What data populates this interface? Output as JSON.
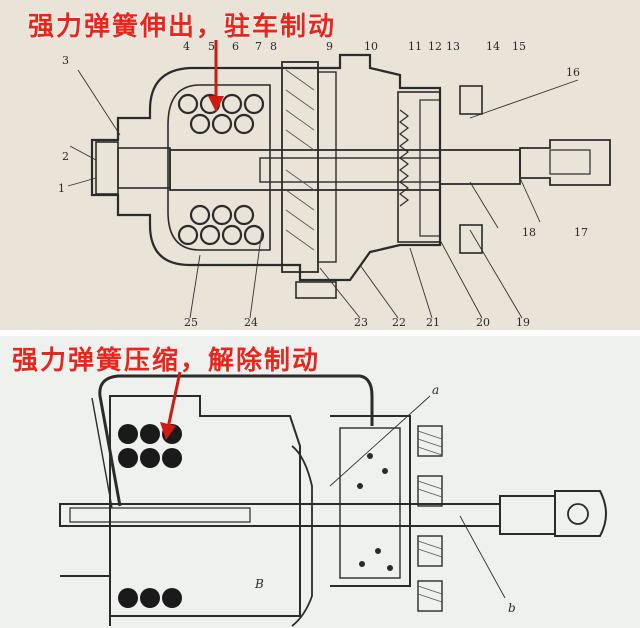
{
  "top_panel": {
    "caption": "强力弹簧伸出，驻车制动",
    "part_numbers": [
      "1",
      "2",
      "3",
      "4",
      "5",
      "6",
      "7",
      "8",
      "9",
      "10",
      "11",
      "12",
      "13",
      "14",
      "15",
      "16",
      "17",
      "18",
      "19",
      "20",
      "21",
      "22",
      "23",
      "24",
      "25"
    ]
  },
  "bottom_panel": {
    "caption": "强力弹簧压缩，解除制动",
    "labels": [
      "a",
      "b",
      "B"
    ]
  },
  "colors": {
    "caption_red": "#e8261c",
    "arrow_red": "#d11a14",
    "line_ink": "#2b2b2b"
  }
}
